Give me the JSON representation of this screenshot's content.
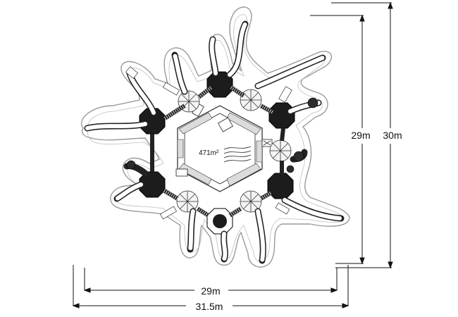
{
  "area_label": "471m²",
  "dimensions": {
    "inner_width": "29m",
    "outer_width": "31.5m",
    "inner_height": "29m",
    "outer_height": "30m"
  },
  "colors": {
    "line": "#222222",
    "tower_fill": "#1c1c1c",
    "walk_fill": "#dcdcdc",
    "bridge_fill": "#8c8c8c",
    "footprint": "#9a9a9a"
  },
  "towers": [
    {
      "id": "north",
      "type": "dark"
    },
    {
      "id": "north-east",
      "type": "dark"
    },
    {
      "id": "south-east",
      "type": "dark"
    },
    {
      "id": "south",
      "type": "dark"
    },
    {
      "id": "south-west",
      "type": "dark"
    },
    {
      "id": "north-west",
      "type": "dark"
    },
    {
      "id": "upper-left",
      "type": "umbrella"
    },
    {
      "id": "upper-right",
      "type": "umbrella"
    },
    {
      "id": "right",
      "type": "umbrella"
    },
    {
      "id": "lower-right",
      "type": "umbrella"
    },
    {
      "id": "lower-left",
      "type": "umbrella"
    }
  ]
}
